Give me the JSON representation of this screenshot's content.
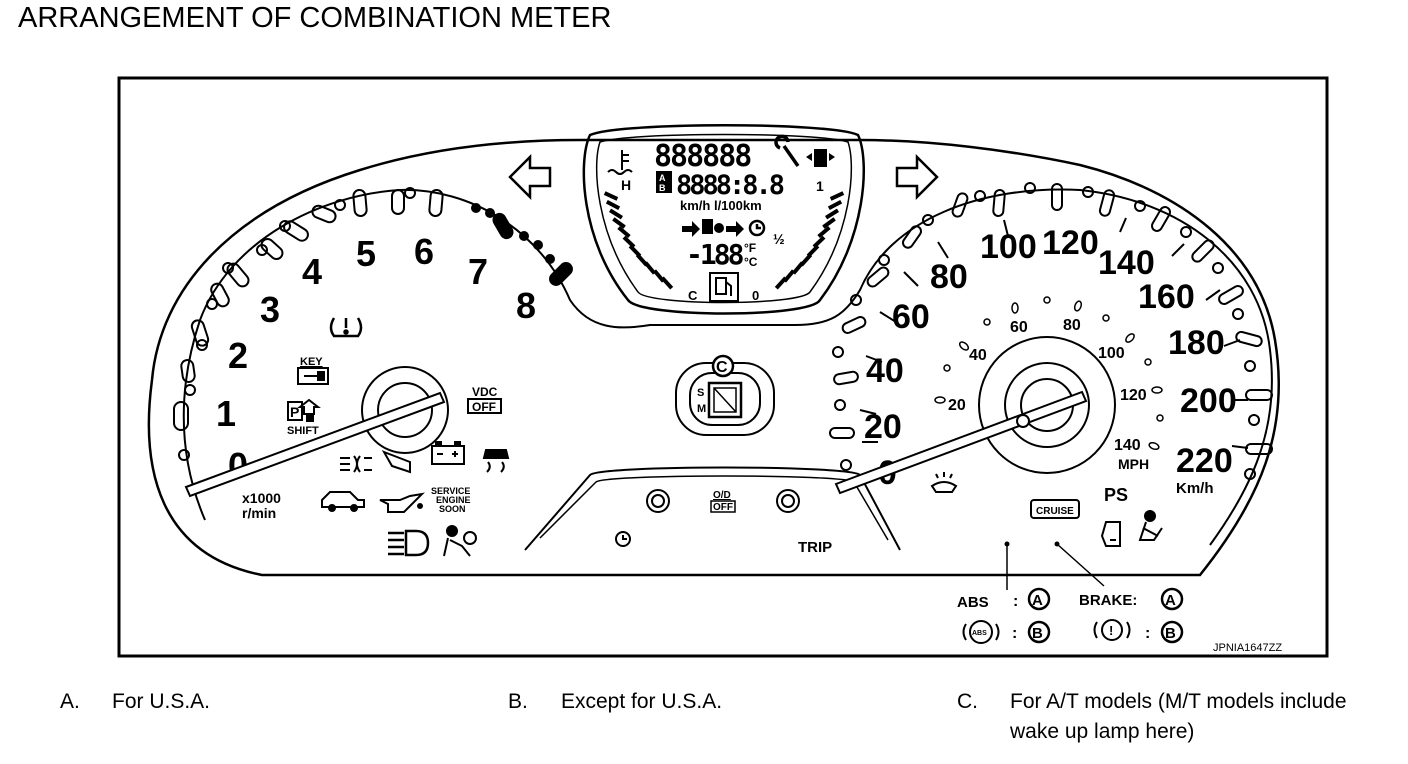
{
  "title": "ARRANGEMENT OF COMBINATION METER",
  "figure_id": "JPNIA1647ZZ",
  "tachometer": {
    "scale": [
      "0",
      "1",
      "2",
      "3",
      "4",
      "5",
      "6",
      "7",
      "8"
    ],
    "unit_line1": "x1000",
    "unit_line2": "r/min"
  },
  "speedometer": {
    "kmh_scale": [
      "0",
      "20",
      "40",
      "60",
      "80",
      "100",
      "120",
      "140",
      "160",
      "180",
      "200",
      "220"
    ],
    "kmh_unit": "Km/h",
    "mph_scale": [
      "20",
      "40",
      "60",
      "80",
      "100",
      "120",
      "140"
    ],
    "mph_unit": "MPH"
  },
  "center_display": {
    "digits_top": "888888",
    "digits_mid": "8888:8.8",
    "temp_digits": "-188",
    "deg_f": "°F",
    "deg_c": "°C",
    "units": "km/h l/100km",
    "temp_hot": "H",
    "temp_cold": "C",
    "fuel_empty": "0",
    "fuel_half": "½",
    "fuel_full": "1",
    "trip_ab_a": "A",
    "trip_ab_b": "B"
  },
  "shift_indicator": {
    "callout": "C",
    "s": "S",
    "m": "M"
  },
  "warning_labels": {
    "key": "KEY",
    "shift": "SHIFT",
    "vdc_line1": "VDC",
    "vdc_line2": "OFF",
    "service_line1": "SERVICE",
    "service_line2": "ENGINE",
    "service_line3": "SOON",
    "od_line1": "O/D",
    "od_line2": "OFF",
    "trip": "TRIP",
    "cruise": "CRUISE",
    "ps": "PS",
    "p": "P"
  },
  "legend_callouts": {
    "abs_label": "ABS",
    "brake_label": "BRAKE:",
    "colon": ":",
    "a": "A",
    "b": "B",
    "abs_icon_text": "ABS",
    "brake_icon_text": "!"
  },
  "notes": [
    {
      "key": "A.",
      "text": "For U.S.A."
    },
    {
      "key": "B.",
      "text": "Except for U.S.A."
    },
    {
      "key": "C.",
      "text": "For A/T models (M/T models include",
      "text2": "wake up lamp here)"
    }
  ],
  "icons": [
    "left-turn-arrow-icon",
    "right-turn-arrow-icon",
    "coolant-temp-icon",
    "wrench-icon",
    "fuel-door-icon",
    "fuel-pump-icon",
    "clock-icon",
    "tire-pressure-icon",
    "key-icon",
    "park-shift-icon",
    "front-fog-icon",
    "door-open-icon",
    "battery-icon",
    "slip-icon",
    "car-security-icon",
    "oil-pressure-icon",
    "headlight-icon",
    "airbag-icon",
    "washer-icon",
    "seatbelt-icon",
    "door-ajar-icon"
  ]
}
